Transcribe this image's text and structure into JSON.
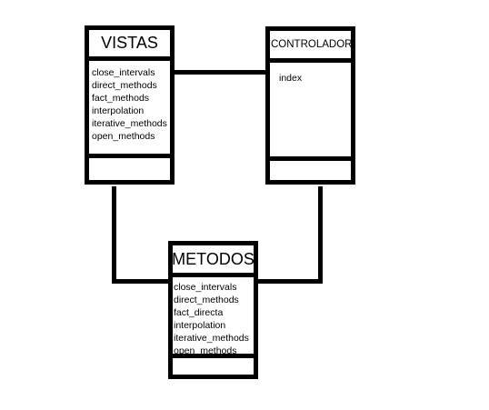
{
  "diagram": {
    "classes": [
      {
        "name": "VISTAS",
        "attributes": [
          "close_intervals",
          "direct_methods",
          "fact_methods",
          "interpolation",
          "iterative_methods",
          "open_methods"
        ]
      },
      {
        "name": "CONTROLADOR",
        "attributes": [
          "index"
        ]
      },
      {
        "name": "METODOS",
        "attributes": [
          "close_intervals",
          "direct_methods",
          "fact_directa",
          "interpolation",
          "iterative_methods",
          "open_methods"
        ]
      }
    ]
  }
}
